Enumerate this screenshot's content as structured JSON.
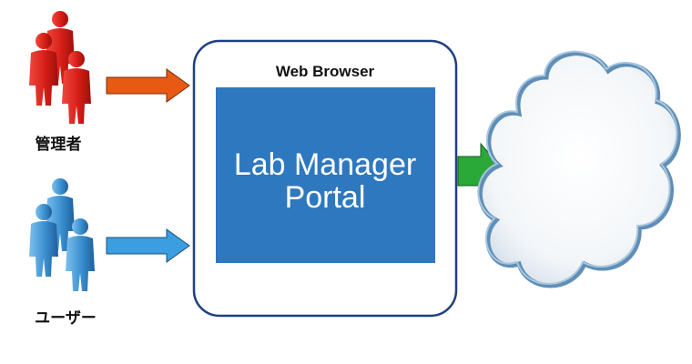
{
  "browser": {
    "title": "Web Browser",
    "portal_line1": "Lab Manager",
    "portal_line2": "Portal"
  },
  "actors": {
    "admin_label": "管理者",
    "user_label": "ユーザー"
  },
  "colors": {
    "admin": "#d9231c",
    "user": "#3a8fd0",
    "arrow_admin": "#e85a14",
    "arrow_user": "#3a9ee0",
    "arrow_cloud": "#2aa838",
    "portal_fill": "#2e78c0",
    "browser_border": "#1e3f82",
    "cloud_edge": "#5f8fb8"
  },
  "icons": {
    "admin": "people-group-icon",
    "user": "people-group-icon",
    "cloud": "cloud-icon"
  }
}
